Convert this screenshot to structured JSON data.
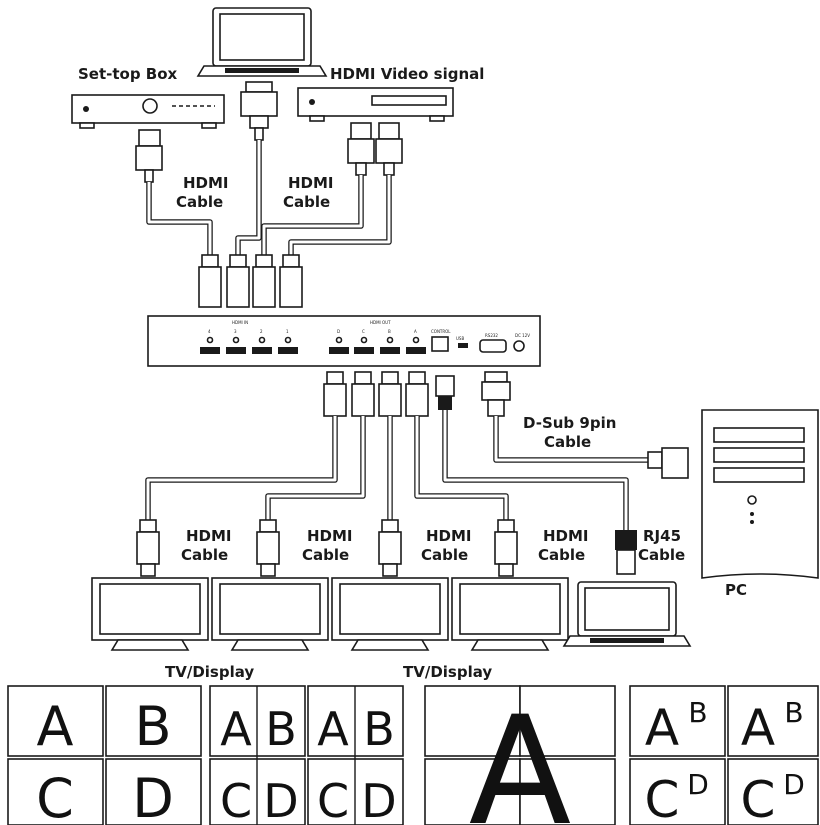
{
  "labels": {
    "set_top_box": "Set-top Box",
    "hdmi_video_signal": "HDMI Video signal",
    "hdmi_cable": "HDMI",
    "cable": "Cable",
    "dsub_line1": "D-Sub 9pin",
    "dsub_line2": "Cable",
    "rj45_line1": "RJ45",
    "rj45_line2": "Cable",
    "pc": "PC",
    "tv_display": "TV/Display"
  },
  "panel": {
    "hdmi_in": "HDMI IN",
    "hdmi_out": "HDMI OUT",
    "control": "CONTROL",
    "usb": "USB",
    "rs232": "RS232",
    "dc": "DC 12V",
    "in_ports": [
      "4",
      "3",
      "2",
      "1"
    ],
    "out_ports": [
      "D",
      "C",
      "B",
      "A"
    ]
  },
  "layouts": [
    {
      "cells": [
        "A",
        "B",
        "C",
        "D"
      ]
    },
    {
      "cells": [
        "A",
        "B",
        "C",
        "D",
        "A",
        "B",
        "C",
        "D"
      ]
    },
    {
      "cells": [
        "A"
      ]
    },
    {
      "cells": [
        "A",
        "B",
        "C",
        "D",
        "A",
        "B",
        "C",
        "D"
      ]
    }
  ]
}
